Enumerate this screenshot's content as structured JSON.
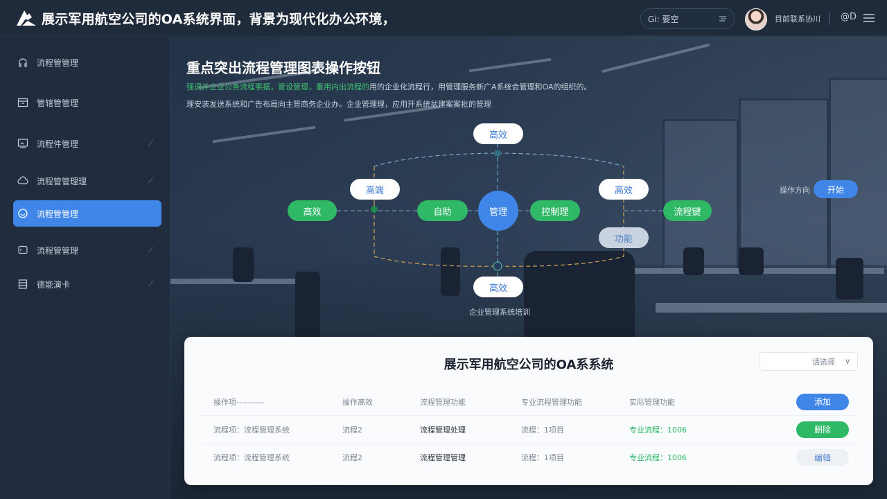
{
  "header": {
    "title": "展示军用航空公司的OA系统界面，背景为现代化办公环境，",
    "search_text": "Gi: 要空",
    "user_name": "目前联系协川",
    "at_label": "@D"
  },
  "sidebar": {
    "items": [
      {
        "label": "流程管管理",
        "icon": "headset-icon",
        "has_chevron": false,
        "active": false
      },
      {
        "label": "管辖管管理",
        "icon": "window-icon",
        "has_chevron": false,
        "active": false
      },
      {
        "label": "流程件管理",
        "icon": "monitor-icon",
        "has_chevron": true,
        "active": false
      },
      {
        "label": "流程管管理理",
        "icon": "cloud-icon",
        "has_chevron": true,
        "active": false
      },
      {
        "label": "流程管管理",
        "icon": "chat-icon",
        "has_chevron": false,
        "active": true
      },
      {
        "label": "流程管管理",
        "icon": "screen-icon",
        "has_chevron": true,
        "active": false
      },
      {
        "label": "德能演卡",
        "icon": "archive-icon",
        "has_chevron": true,
        "active": false
      }
    ],
    "chevron": "⟋"
  },
  "hero": {
    "title": "重点突出流程管理图表操作按钮",
    "line1_green1": "强调并企业公务流程事据，管设管理，",
    "line1_green2": "重用内出流程的",
    "line1_rest": "用的企业化流程行，用管理服务新广A系统会管理和OA的组织的。",
    "line2": "理安装发送系统和广告布局向主管商务企业办。企业管理理，应用开系统盆建案案批的管理"
  },
  "diagram": {
    "nodes": {
      "top": "高效",
      "upper_left": "高端",
      "left": "高效",
      "inner_left": "自助",
      "center": "管理",
      "inner_right": "控制理",
      "upper_right": "高效",
      "right": "流程键",
      "lower_right": "功能",
      "bottom": "高效"
    },
    "caption": "企业管理系统培训",
    "colors": {
      "blue": "#3f86e8",
      "green": "#2fb866",
      "dash_teal": "#6aa9c4",
      "dash_orange": "#d6a25a"
    }
  },
  "side_action": {
    "label": "操作方向",
    "button": "开始"
  },
  "panel": {
    "title": "展示军用航空公司的OA系系统",
    "select_value": "请选择",
    "select_chevron": "∨",
    "headers": [
      "操作项----------",
      "操作高效",
      "流程管理功能",
      "专业流程管理功能",
      "实际管理功能"
    ],
    "header_button": "添加",
    "rows": [
      {
        "c1": "流程项：流程管理系统",
        "c2": "流程2",
        "c3": "流程管理处理",
        "c4": "流程：1项目",
        "c5": "专业流程：1006",
        "button": "删除",
        "button_style": "green"
      },
      {
        "c1": "流程项：流程管理系统",
        "c2": "流程2",
        "c3": "流程管理管理",
        "c4": "流程：1项目",
        "c5": "专业流程：1006",
        "button": "编辑",
        "button_style": "light"
      }
    ]
  }
}
